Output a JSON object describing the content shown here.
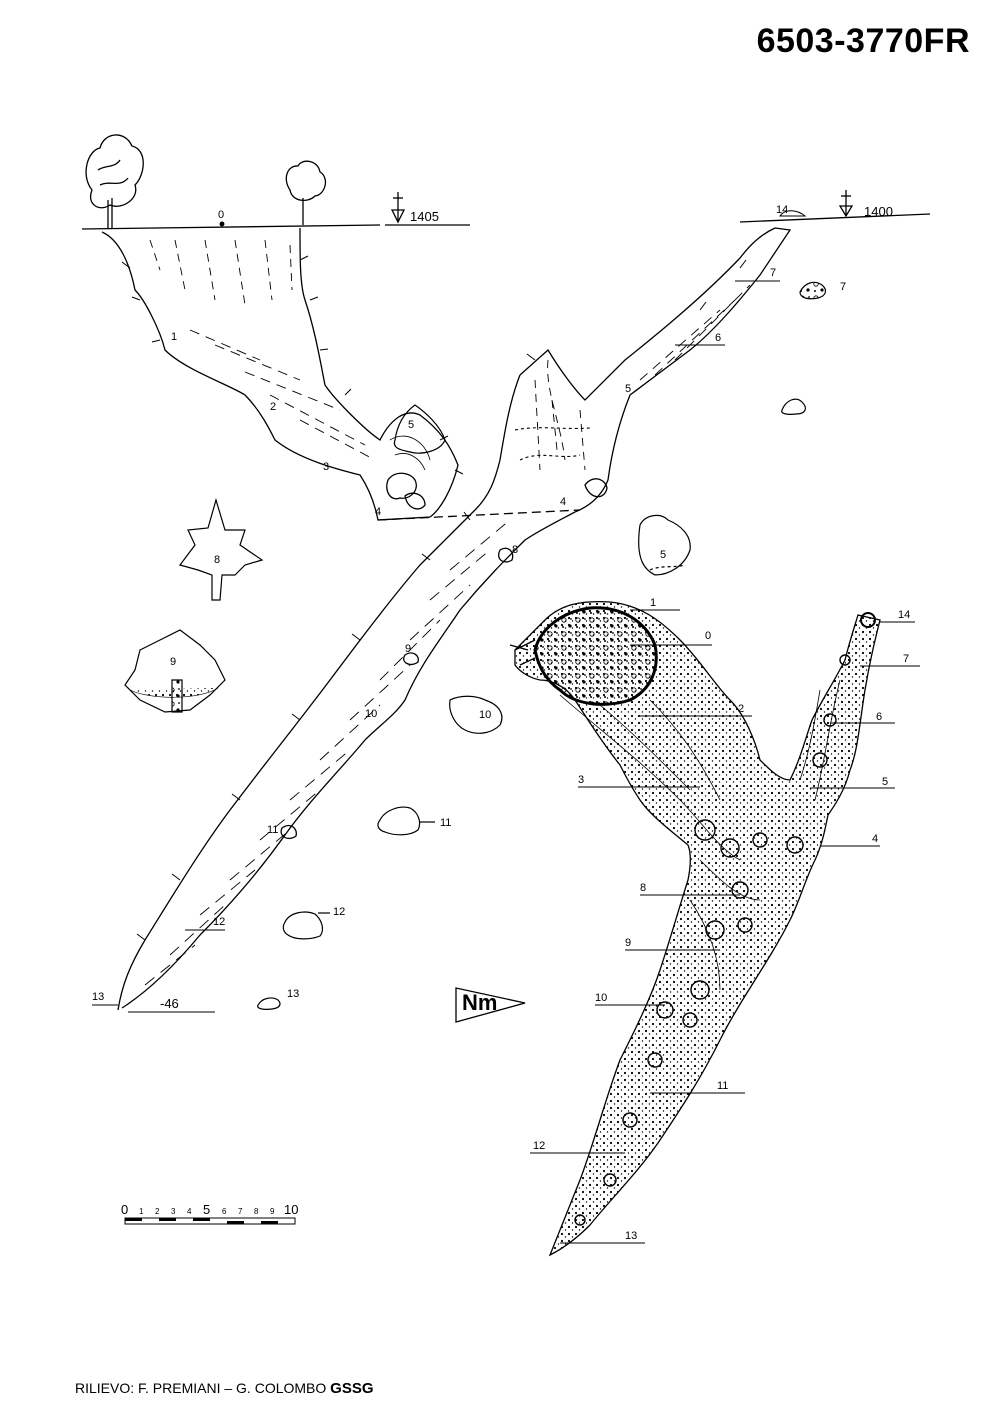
{
  "document": {
    "code": "6503-3770FR",
    "credits_prefix": "RILIEVO: F. PREMIANI – G. COLOMBO",
    "credits_group": "GSSG"
  },
  "section": {
    "entrance_station": "0",
    "elevation_left": "1405",
    "elevation_right": "1400",
    "bottom_depth": "-46",
    "stations": [
      "1",
      "2",
      "3",
      "4",
      "5",
      "6",
      "7",
      "8",
      "9",
      "10",
      "11",
      "12",
      "13",
      "14"
    ]
  },
  "plan": {
    "stations": [
      "0",
      "1",
      "2",
      "3",
      "4",
      "5",
      "6",
      "7",
      "8",
      "9",
      "10",
      "11",
      "12",
      "13",
      "14"
    ]
  },
  "cross_sections": [
    "5",
    "7",
    "8",
    "9",
    "10",
    "11",
    "12",
    "13"
  ],
  "north_arrow": {
    "label": "Nm"
  },
  "scale_bar": {
    "ticks": [
      "0",
      "1",
      "2",
      "3",
      "4",
      "5",
      "6",
      "7",
      "8",
      "9",
      "10"
    ]
  },
  "colors": {
    "ink": "#000000",
    "paper": "#ffffff"
  }
}
